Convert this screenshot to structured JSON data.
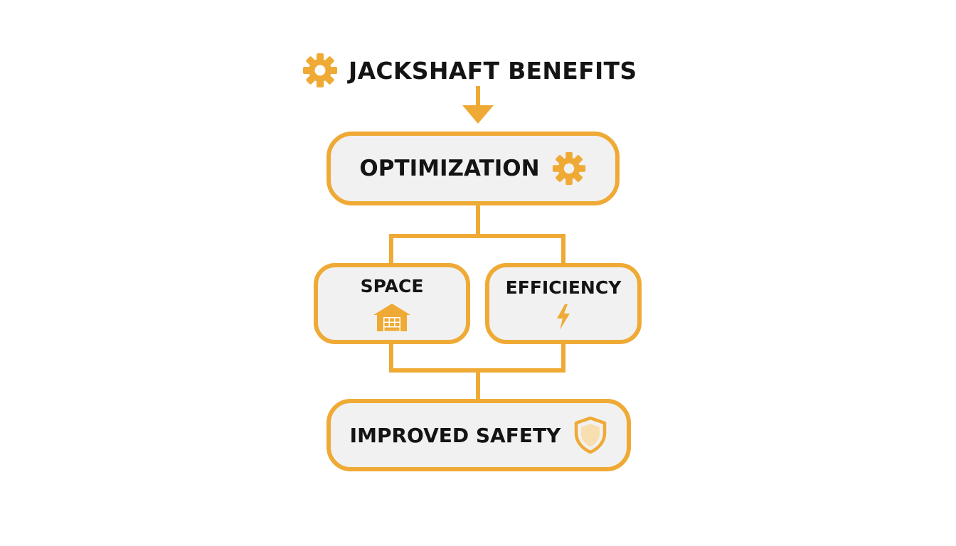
{
  "diagram": {
    "title": "JACKSHAFT BENEFITS",
    "nodes": {
      "optimization": "OPTIMIZATION",
      "space": "SPACE",
      "efficiency": "EFFICIENCY",
      "safety": "IMPROVED SAFETY"
    },
    "icons": {
      "title": "gear-icon",
      "optimization": "gear-icon",
      "space": "garage-icon",
      "efficiency": "lightning-bolt-icon",
      "safety": "shield-icon"
    },
    "colors": {
      "accent": "#efaa35",
      "node_fill": "#f1f1f1",
      "text": "#141414"
    }
  }
}
